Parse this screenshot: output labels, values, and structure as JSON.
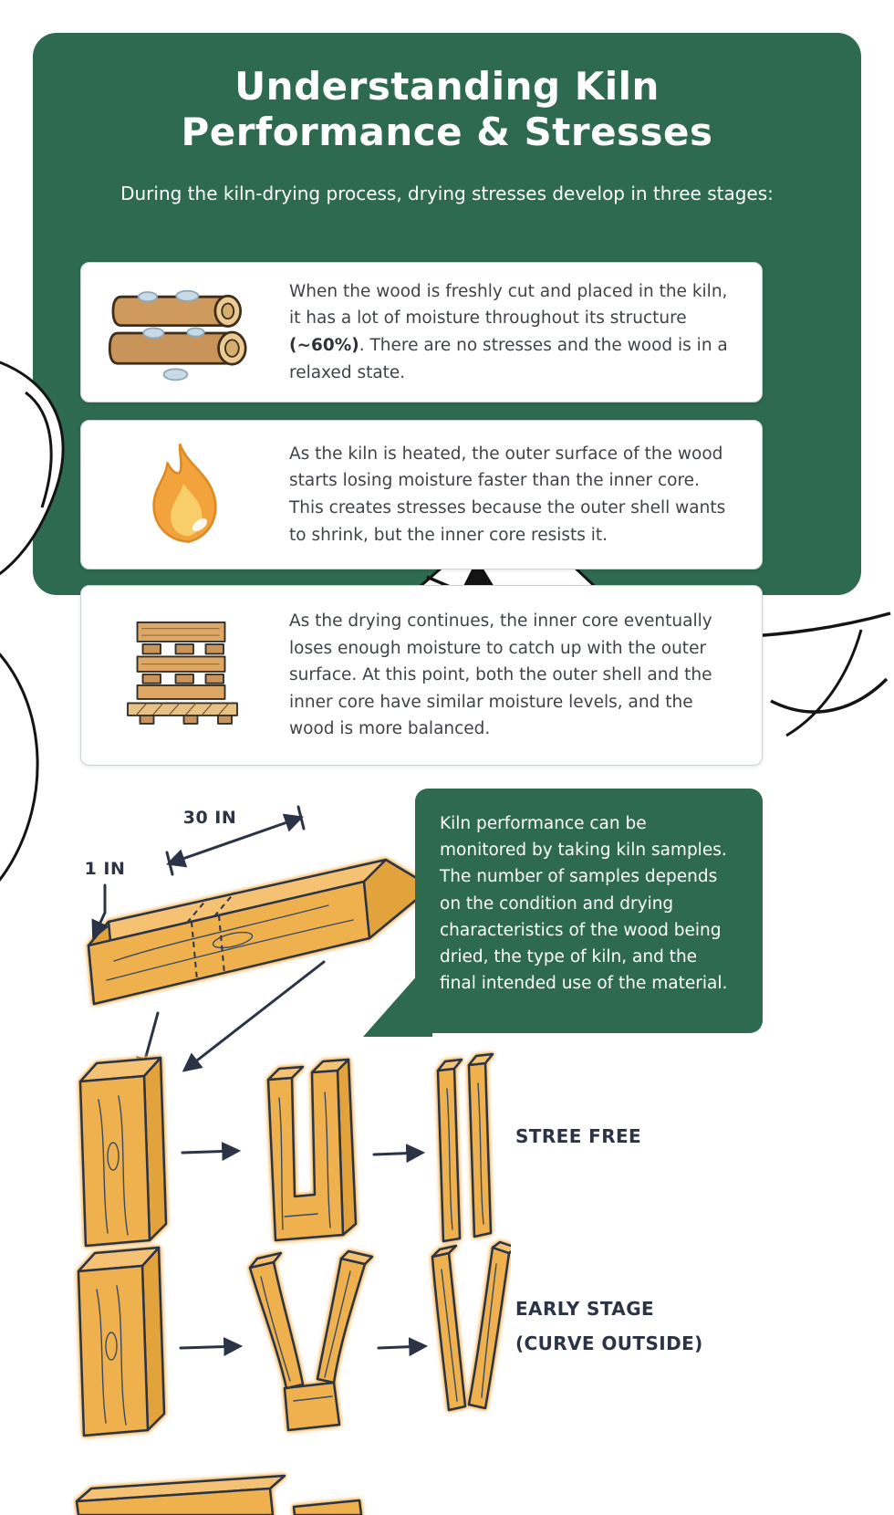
{
  "colors": {
    "green": "#2D6A4F",
    "wood_yellow": "#EFB14D",
    "navy_outline": "#2B3447",
    "body_text": "#3F4347"
  },
  "header": {
    "title_line1": "Understanding Kiln",
    "title_line2": "Performance & Stresses",
    "subtitle": "During the kiln-drying process, drying stresses develop in three stages:"
  },
  "stages": [
    {
      "icon": "fresh-logs-icon",
      "text_before": "When the wood is freshly cut and placed in the kiln, it has a lot of moisture throughout its structure ",
      "text_bold": "(~60%)",
      "text_after": ". There are no stresses and the wood is in a relaxed state."
    },
    {
      "icon": "flame-icon",
      "text": "As the kiln is heated, the outer surface of the wood starts losing moisture faster than the inner core. This creates stresses because the outer shell wants to shrink, but the inner core resists it."
    },
    {
      "icon": "lumber-stack-icon",
      "text": "As the drying continues, the inner core eventually loses enough moisture to catch up with the outer surface. At this point, both the outer shell and the inner core have similar moisture levels, and the wood is more balanced."
    }
  ],
  "kiln_sample": {
    "dim_length": "30 IN",
    "dim_thickness": "1 IN",
    "callout": "Kiln performance can be monitored by taking kiln samples. The number of samples depends on the condition and drying characteristics of the wood being dried, the type of kiln, and the final intended use of the material."
  },
  "stress_tests": [
    {
      "label": "STREE FREE"
    },
    {
      "label": "EARLY STAGE",
      "sublabel": "(CURVE OUTSIDE)"
    }
  ]
}
